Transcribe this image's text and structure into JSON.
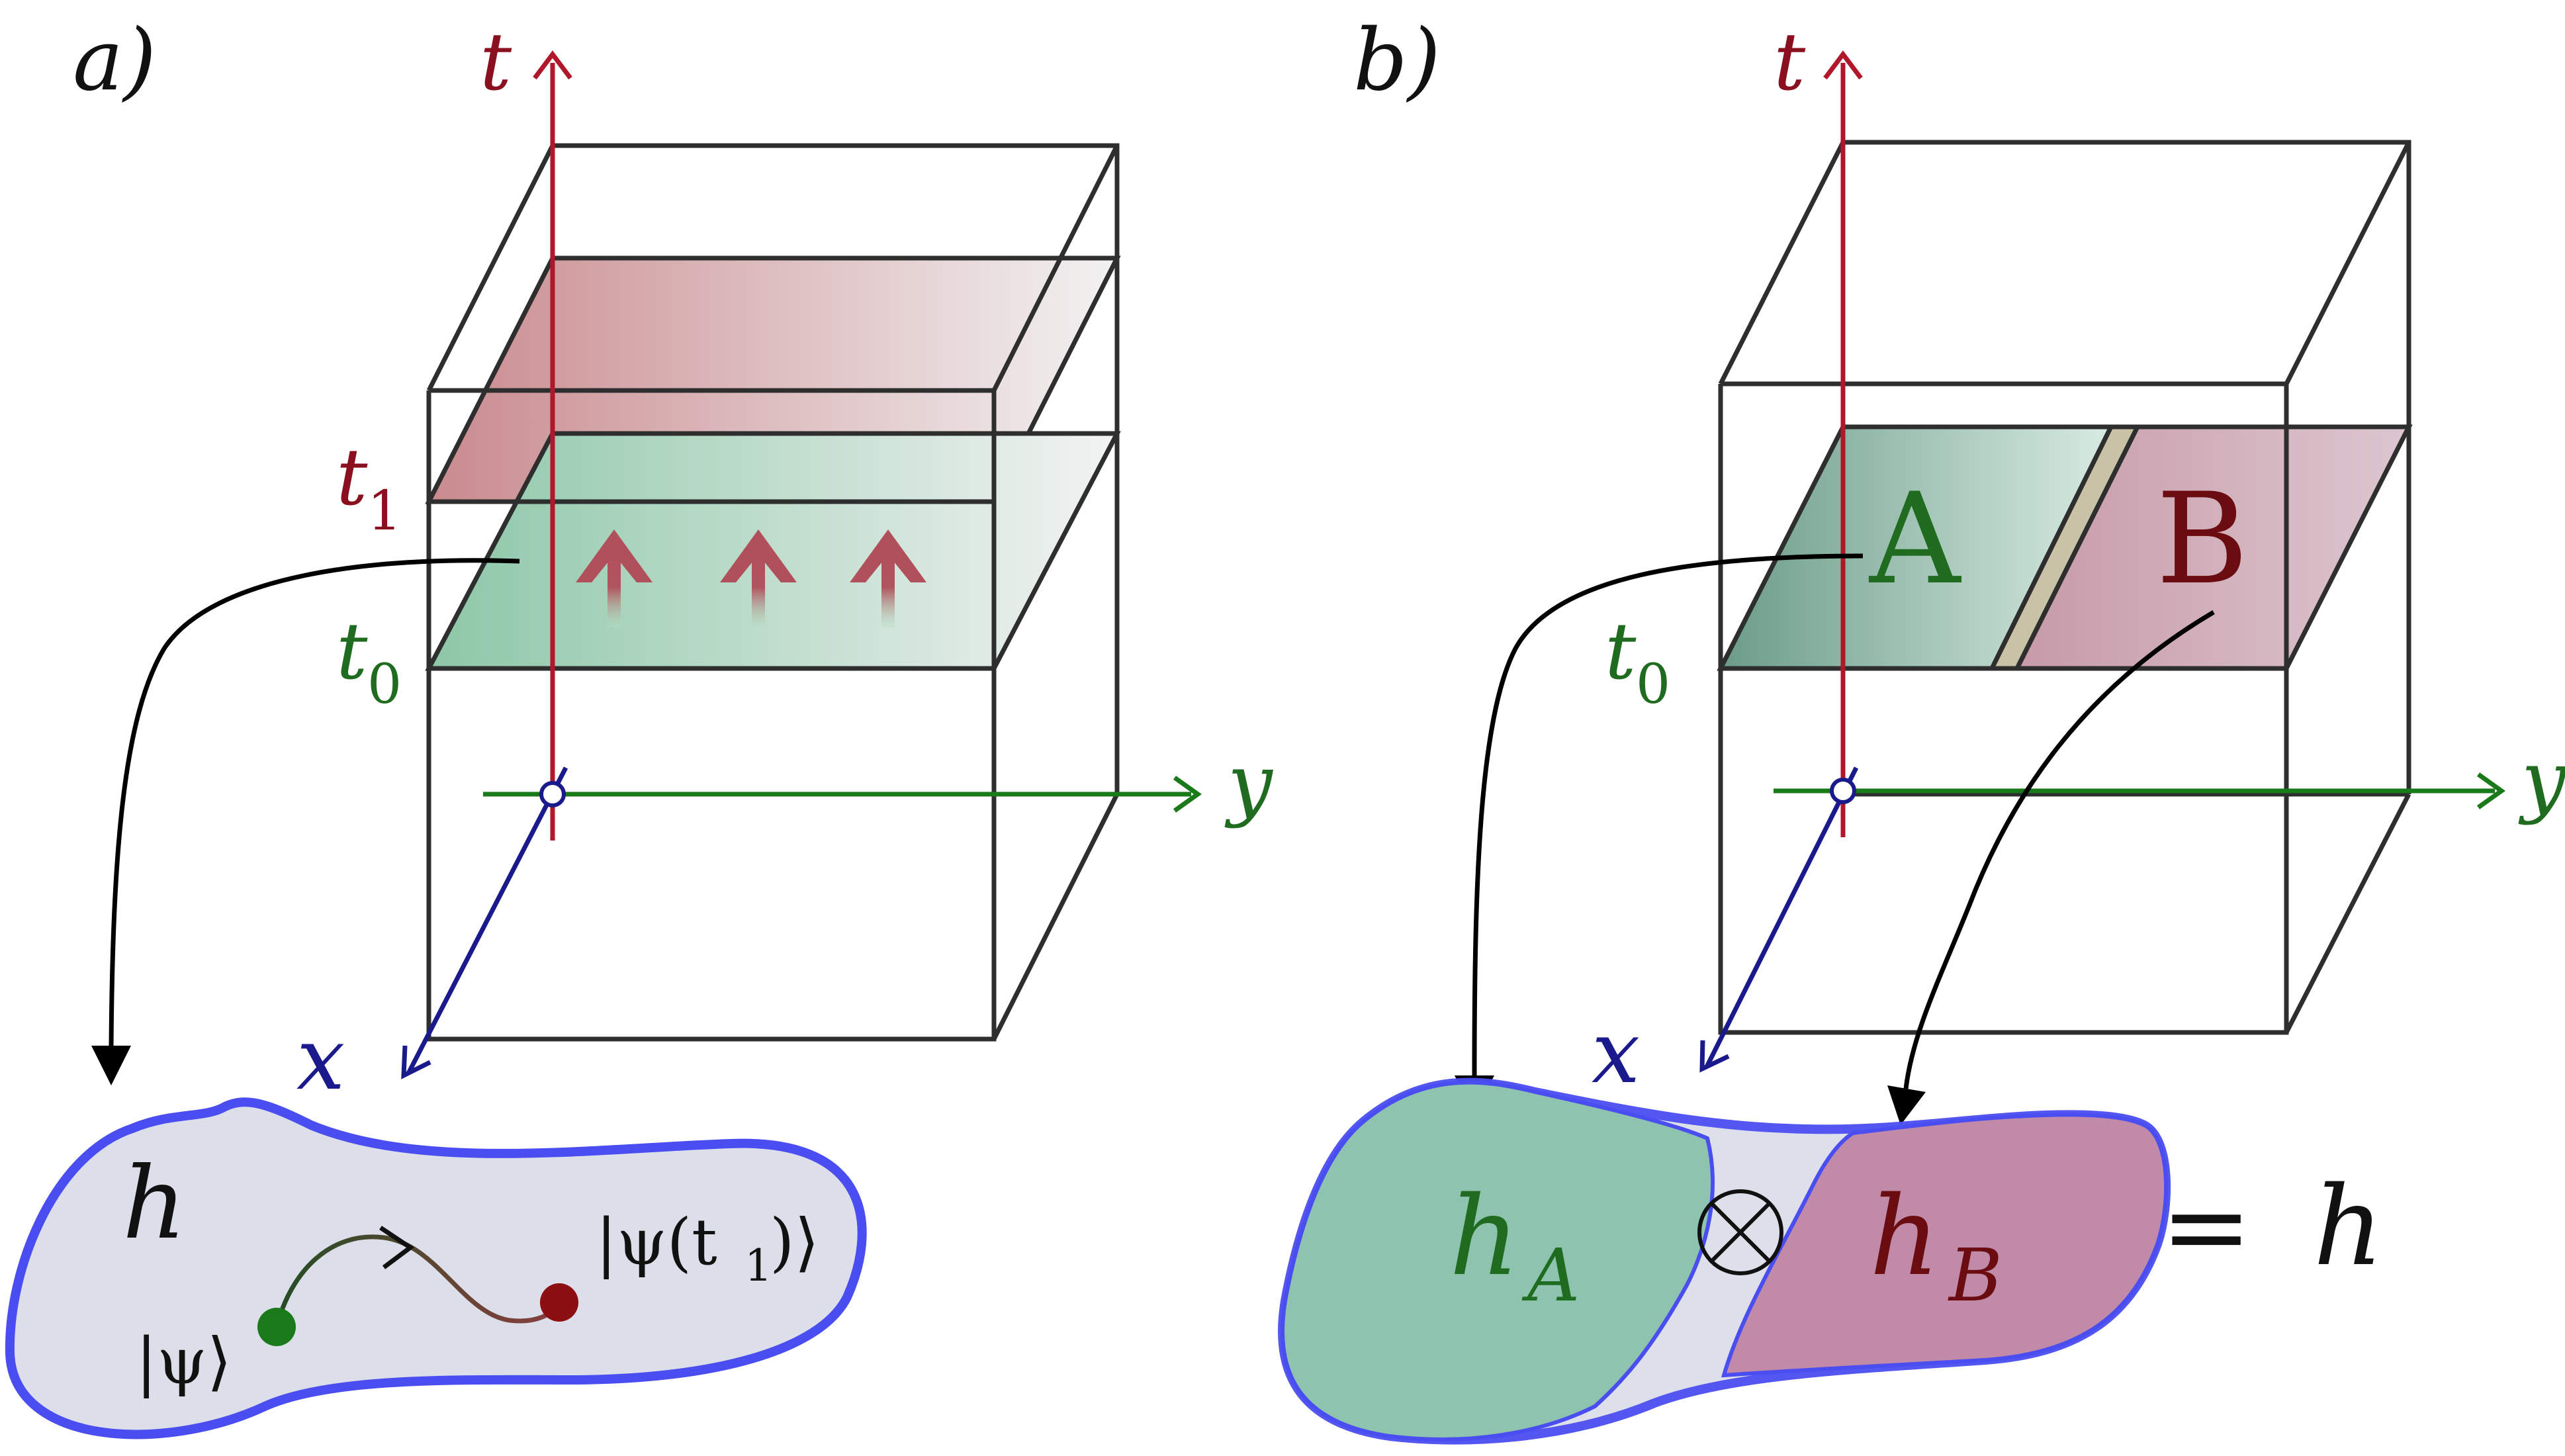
{
  "panel_a": {
    "label": "a)",
    "axes": {
      "t": "t",
      "x": "x",
      "y": "y"
    },
    "time_labels": {
      "t1_main": "t",
      "t1_sub": "1",
      "t0_main": "t",
      "t0_sub": "0"
    },
    "hilbert": {
      "symbol": "h",
      "initial_state": "|ψ⟩",
      "final_state": "|ψ(t",
      "final_state_sub": "1",
      "final_state_close": ")⟩"
    }
  },
  "panel_b": {
    "label": "b)",
    "axes": {
      "t": "t",
      "x": "x",
      "y": "y"
    },
    "time_labels": {
      "t0_main": "t",
      "t0_sub": "0"
    },
    "regions": {
      "A": "A",
      "B": "B"
    },
    "hilbert": {
      "hA_main": "h",
      "hA_sub": "A",
      "tensor": "⊗",
      "hB_main": "h",
      "hB_sub": "B",
      "equals": "= h"
    }
  },
  "colors": {
    "time_axis": "#b0172a",
    "y_axis": "#1a7a1a",
    "x_axis": "#1a1a8c",
    "t1_label": "#8a1020",
    "t0_label": "#1f6b1f",
    "hilbert_fill": "#dcdfea",
    "hilbert_stroke": "#4a4df0",
    "region_A": "#8ec3b0",
    "region_B": "#c08aa8",
    "state_initial": "#1a7a1a",
    "state_final": "#8c0f12"
  }
}
